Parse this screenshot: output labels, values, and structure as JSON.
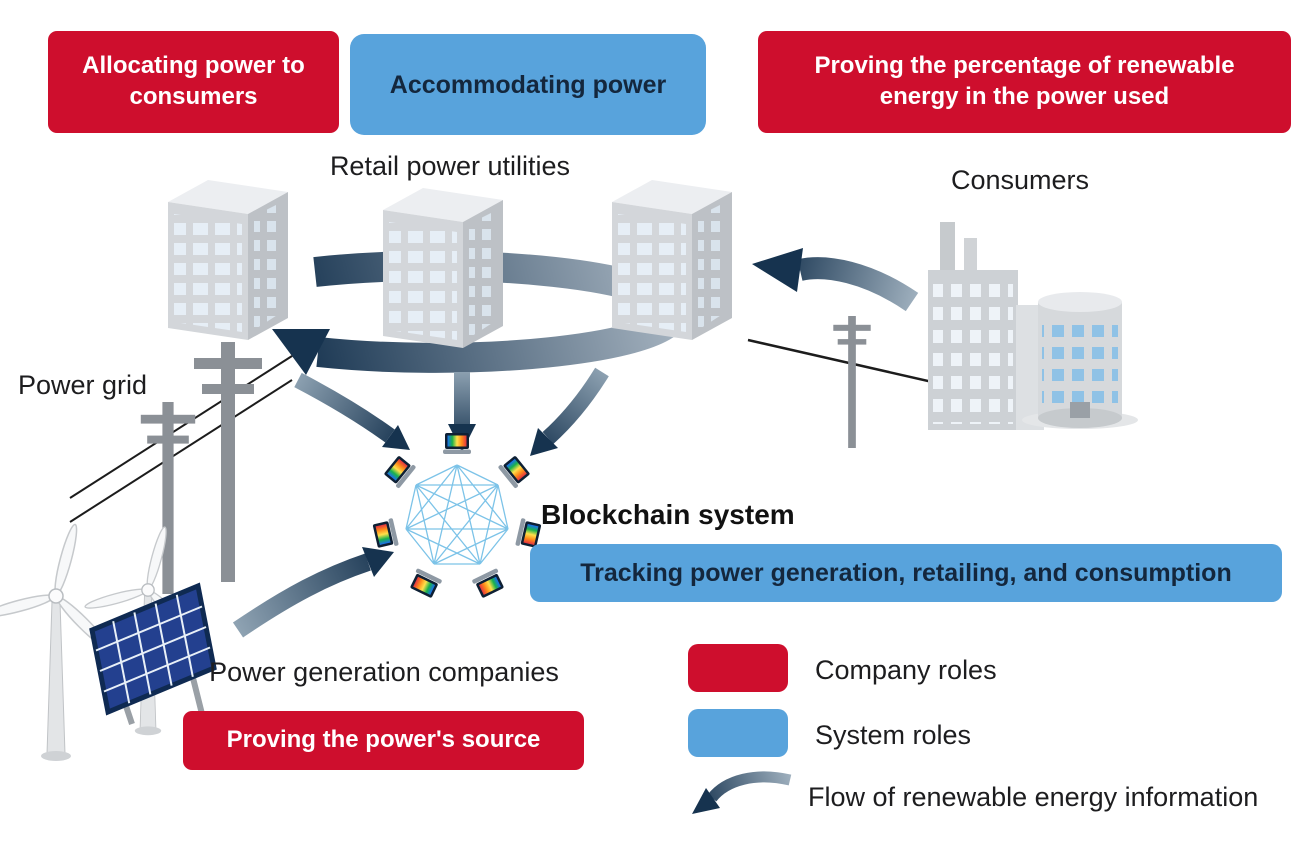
{
  "colors": {
    "red": "#ce0e2d",
    "blue": "#58a3dc",
    "navy": "#14273d",
    "arrow": "#16334f"
  },
  "boxes": {
    "allocating": "Allocating power to consumers",
    "accommodating": "Accommodating power",
    "proving_percentage": "Proving the percentage of renewable energy in the power used",
    "tracking": "Tracking power generation, retailing, and consumption",
    "proving_source": "Proving the power's source"
  },
  "labels": {
    "retail_utilities": "Retail power utilities",
    "consumers": "Consumers",
    "power_grid": "Power grid",
    "blockchain_system": "Blockchain system",
    "power_generation": "Power generation companies"
  },
  "legend": {
    "company_roles": "Company roles",
    "system_roles": "System roles",
    "flow_info": "Flow of renewable energy information"
  },
  "icons": {
    "retail_buildings": "office-building-icon",
    "consumer_buildings": "consumer-buildings-icon",
    "utility_pole": "utility-pole-icon",
    "wind_turbine": "wind-turbine-icon",
    "solar_panel": "solar-panel-icon",
    "blockchain_network": "blockchain-network-icon",
    "flow_arrow": "flow-arrow-icon"
  }
}
